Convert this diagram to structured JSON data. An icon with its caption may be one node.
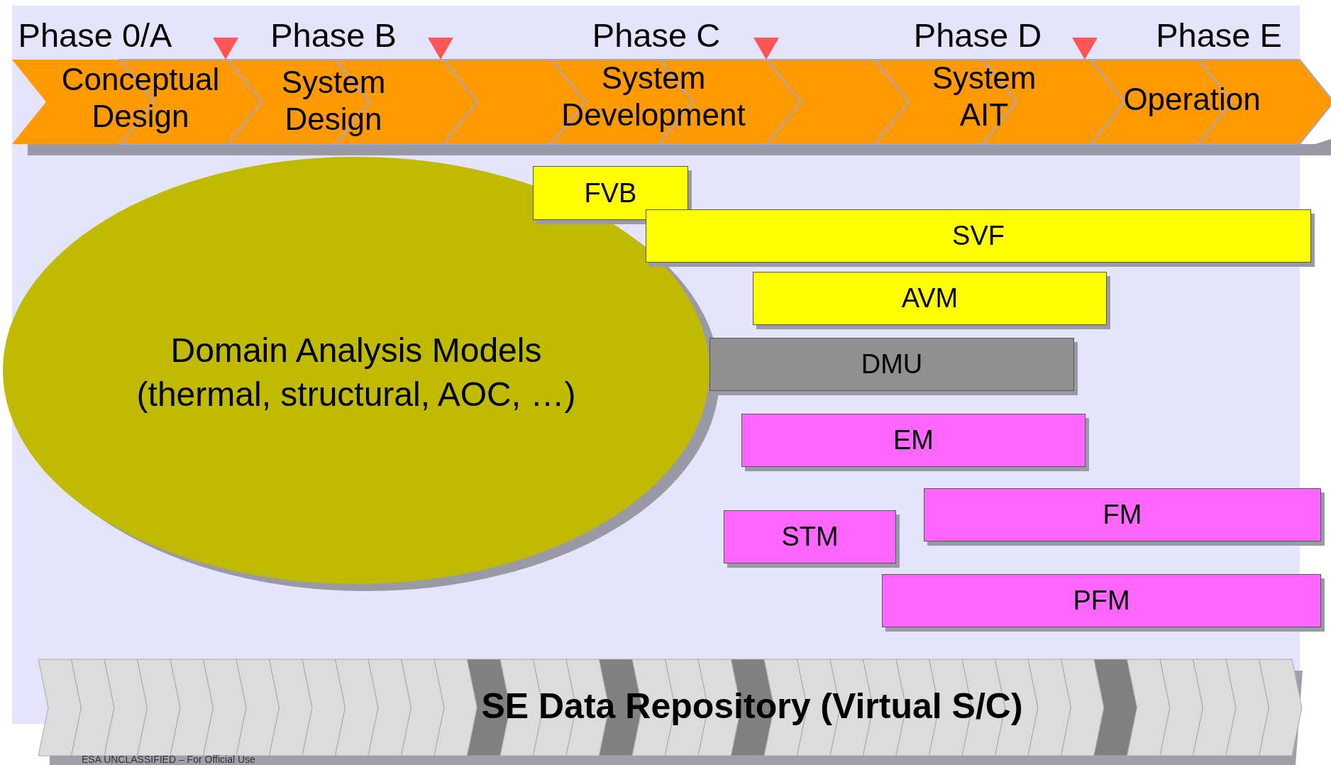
{
  "diagram": {
    "nodes": [
      {
        "text": [
          "Phase 0/A",
          "Conceptual Design"
        ]
      },
      {
        "text": [
          "Phase B",
          "System Design"
        ]
      },
      {
        "text": [
          "Phase C",
          "System Development"
        ]
      },
      {
        "text": [
          "Phase D",
          "System AIT"
        ]
      },
      {
        "text": [
          "Phase E",
          "Operation"
        ]
      },
      {
        "text": [
          "Domain Analysis Models (thermal, structural, AOC, …)"
        ]
      },
      {
        "text": [
          "FVB"
        ]
      },
      {
        "text": [
          "SVF"
        ]
      },
      {
        "text": [
          "AVM"
        ]
      },
      {
        "text": [
          "DMU"
        ]
      },
      {
        "text": [
          "EM"
        ]
      },
      {
        "text": [
          "FM"
        ]
      },
      {
        "text": [
          "STM"
        ]
      },
      {
        "text": [
          "PFM"
        ]
      },
      {
        "text": [
          "SE Data Repository (Virtual S/C)"
        ]
      }
    ],
    "labels": [
      "ESA UNCLASSIFIED – For Official Use"
    ]
  }
}
